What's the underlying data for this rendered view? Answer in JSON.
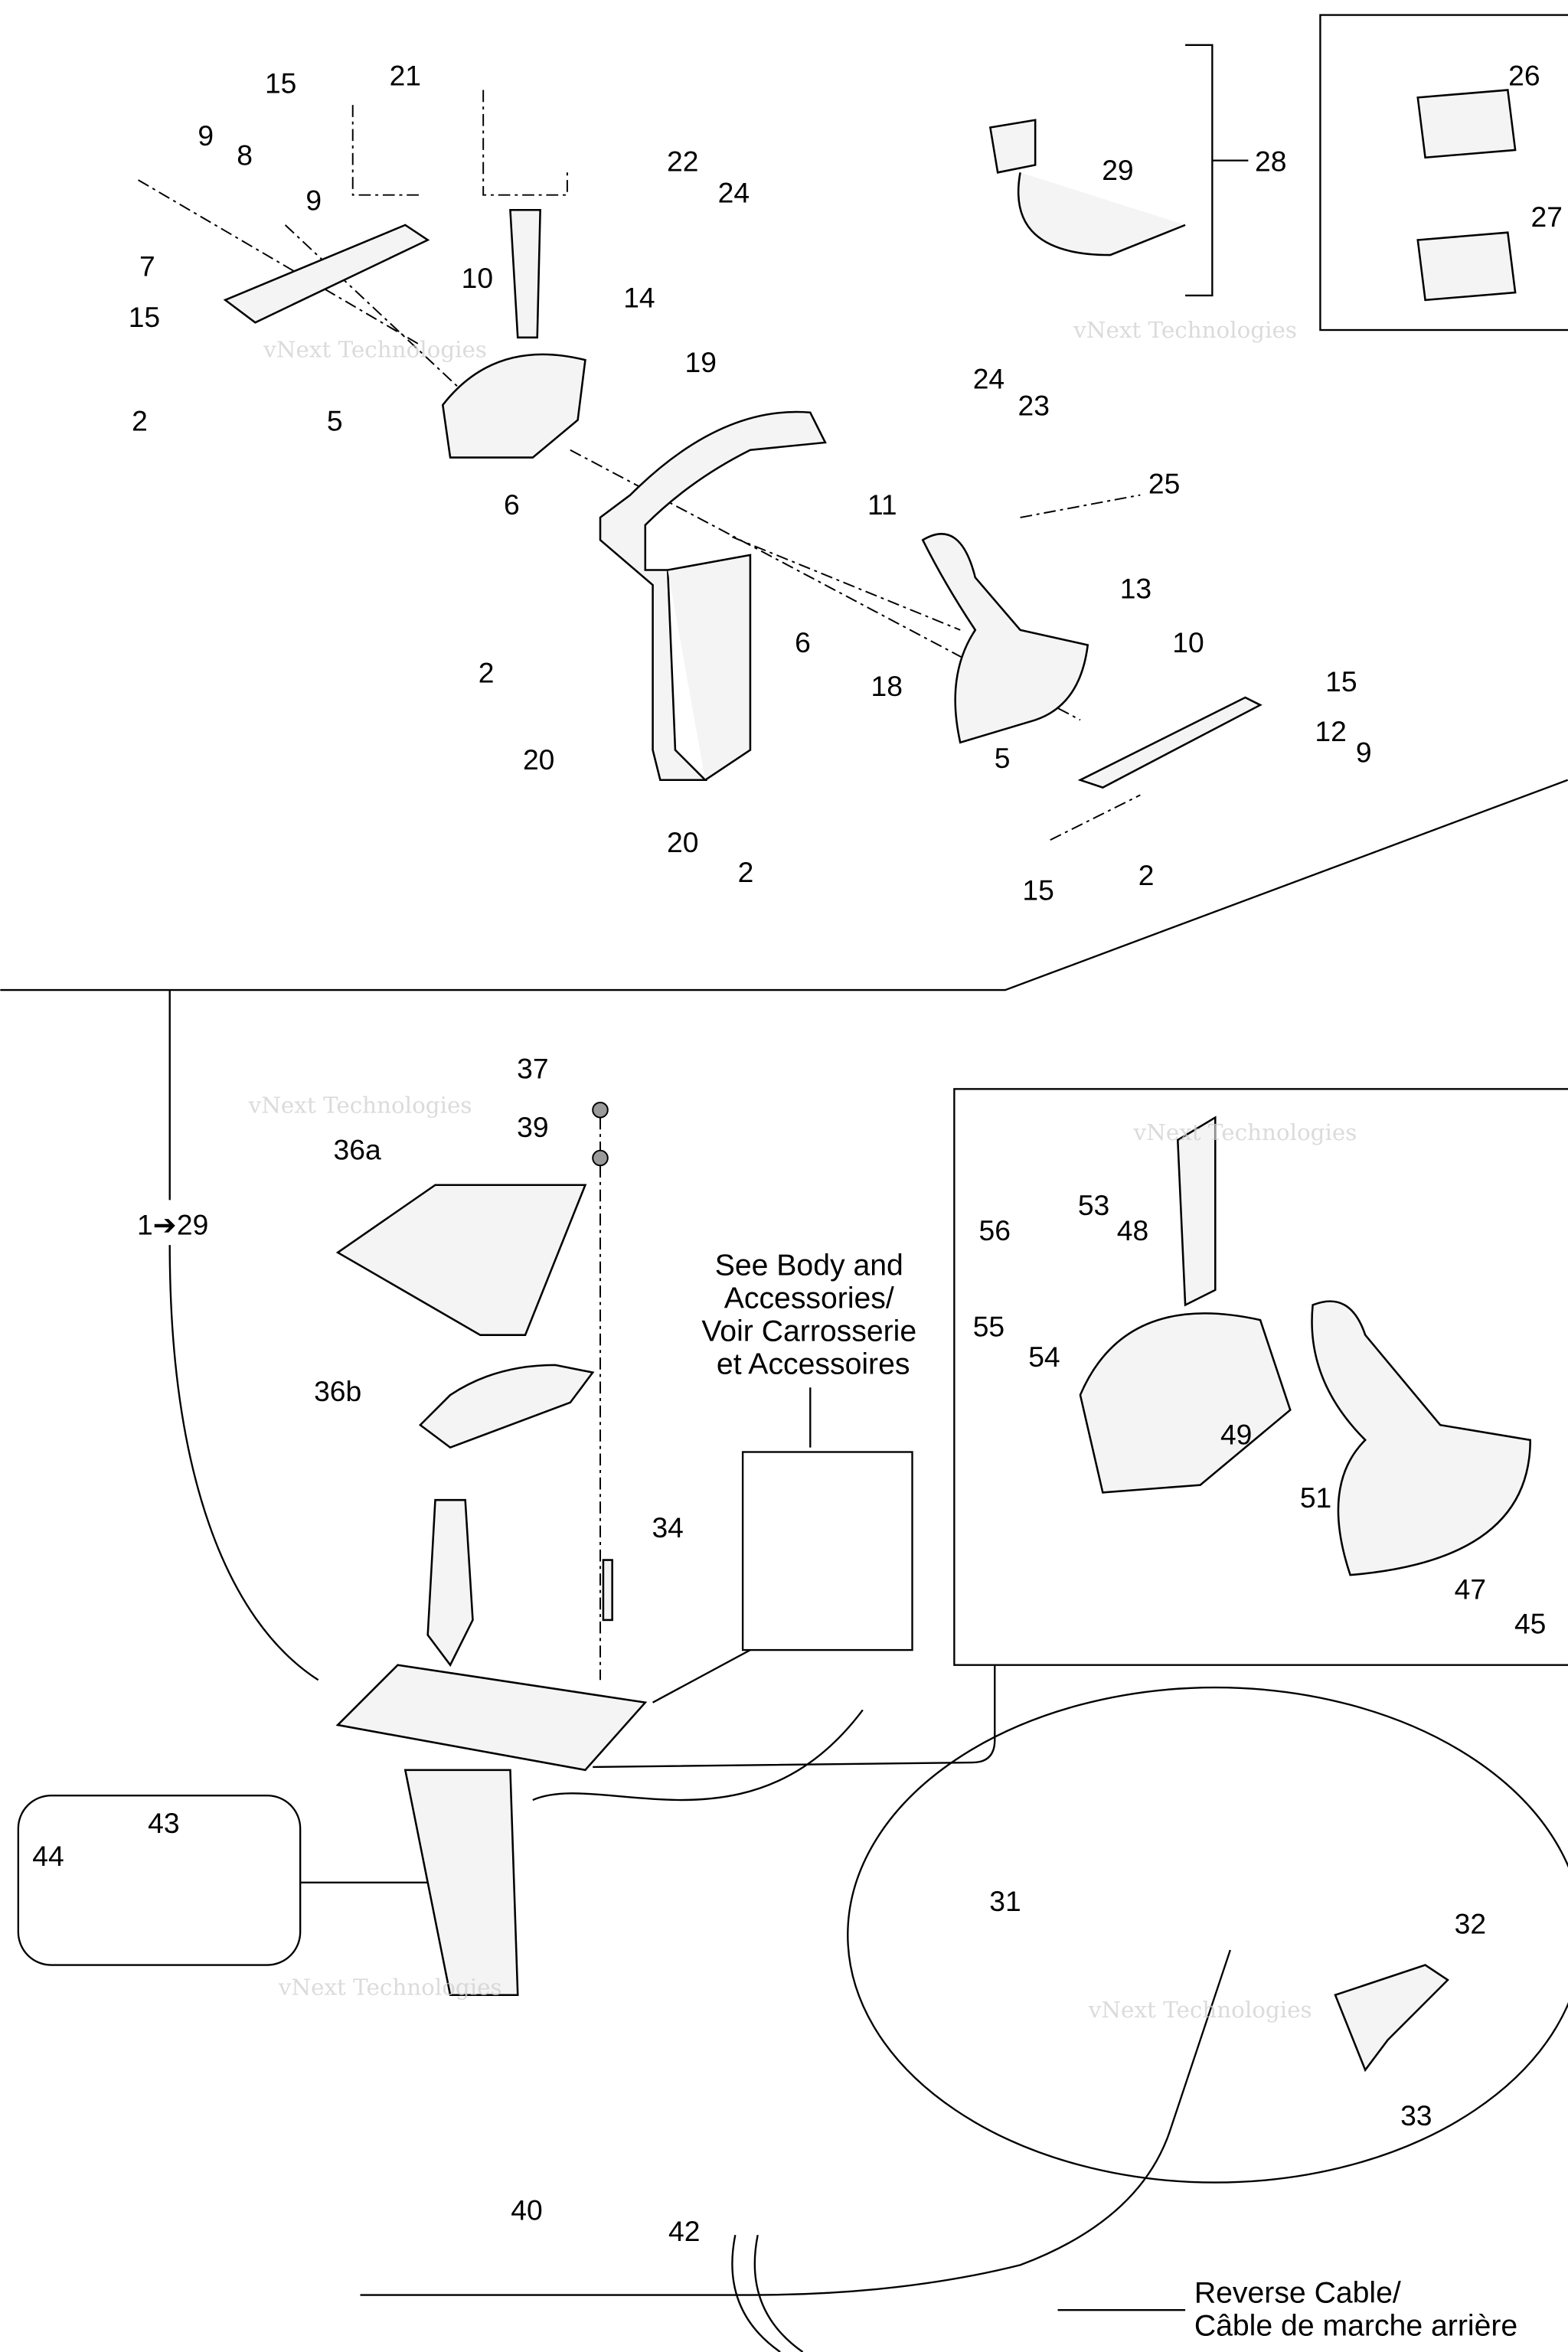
{
  "diagram": {
    "callouts": [
      {
        "text": "15"
      },
      {
        "text": "21"
      },
      {
        "text": "9"
      },
      {
        "text": "8"
      },
      {
        "text": "9"
      },
      {
        "text": "22"
      },
      {
        "text": "24"
      },
      {
        "text": "7"
      },
      {
        "text": "10"
      },
      {
        "text": "14"
      },
      {
        "text": "15"
      },
      {
        "text": "19"
      },
      {
        "text": "2"
      },
      {
        "text": "5"
      },
      {
        "text": "6"
      },
      {
        "text": "11"
      },
      {
        "text": "24"
      },
      {
        "text": "23"
      },
      {
        "text": "25"
      },
      {
        "text": "13"
      },
      {
        "text": "10"
      },
      {
        "text": "18"
      },
      {
        "text": "6"
      },
      {
        "text": "2"
      },
      {
        "text": "20"
      },
      {
        "text": "15"
      },
      {
        "text": "12"
      },
      {
        "text": "9"
      },
      {
        "text": "5"
      },
      {
        "text": "20"
      },
      {
        "text": "2"
      },
      {
        "text": "15"
      },
      {
        "text": "2"
      },
      {
        "text": "28"
      },
      {
        "text": "29"
      },
      {
        "text": "26"
      },
      {
        "text": "27"
      },
      {
        "text": "37"
      },
      {
        "text": "39"
      },
      {
        "text": "36a"
      },
      {
        "text": "1➔29"
      },
      {
        "text": "36b"
      },
      {
        "text": "34"
      },
      {
        "text": "56"
      },
      {
        "text": "53"
      },
      {
        "text": "48"
      },
      {
        "text": "55"
      },
      {
        "text": "54"
      },
      {
        "text": "49"
      },
      {
        "text": "51"
      },
      {
        "text": "47"
      },
      {
        "text": "45"
      },
      {
        "text": "43"
      },
      {
        "text": "44"
      },
      {
        "text": "31"
      },
      {
        "text": "32"
      },
      {
        "text": "33"
      },
      {
        "text": "40"
      },
      {
        "text": "42"
      }
    ],
    "notes": {
      "see_body": [
        "See Body and",
        "Accessories/",
        "Voir Carrosserie",
        "et Accessoires"
      ],
      "reverse_cable": [
        "Reverse Cable/",
        "Câble de marche arrière"
      ]
    },
    "watermark": "vNext Technologies"
  }
}
